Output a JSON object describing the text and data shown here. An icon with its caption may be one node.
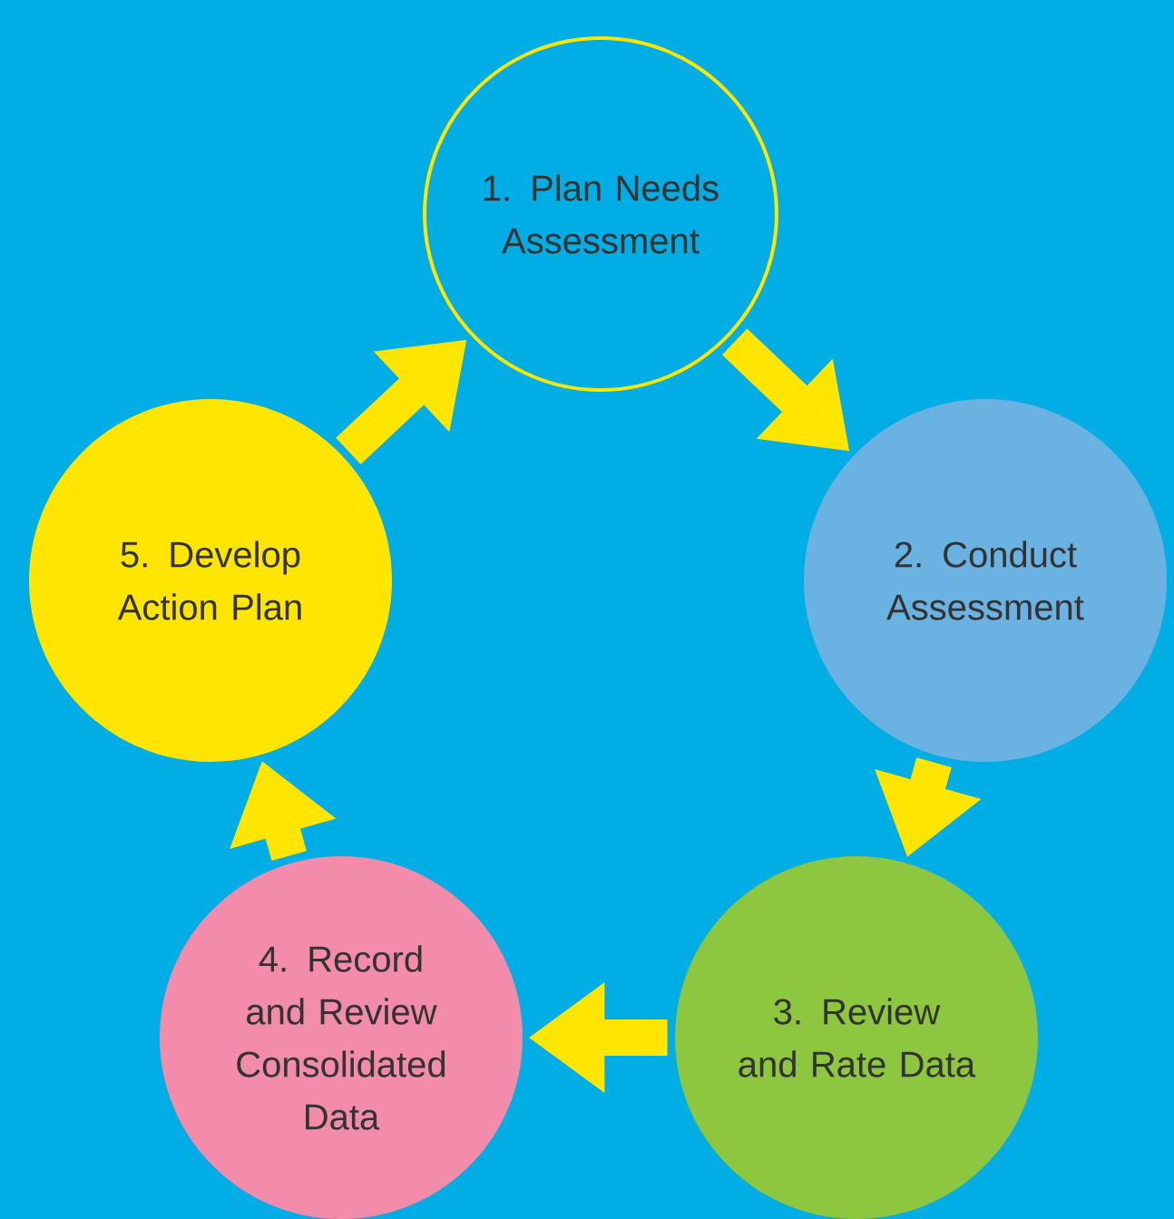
{
  "diagram": {
    "nodes": [
      {
        "text": [
          "1. Plan Needs Assessment"
        ]
      },
      {
        "text": [
          "2. Conduct Assessment"
        ]
      },
      {
        "text": [
          "3. Review and Rate Data"
        ]
      },
      {
        "text": [
          "4. Record and Review Consolidated Data"
        ]
      },
      {
        "text": [
          "5. Develop Action Plan"
        ]
      }
    ],
    "edges": [
      {
        "from": 0,
        "to": 1,
        "arrow": "to"
      },
      {
        "from": 1,
        "to": 2,
        "arrow": "to"
      },
      {
        "from": 2,
        "to": 3,
        "arrow": "to"
      },
      {
        "from": 3,
        "to": 4,
        "arrow": "to"
      },
      {
        "from": 4,
        "to": 0,
        "arrow": "to"
      }
    ]
  }
}
